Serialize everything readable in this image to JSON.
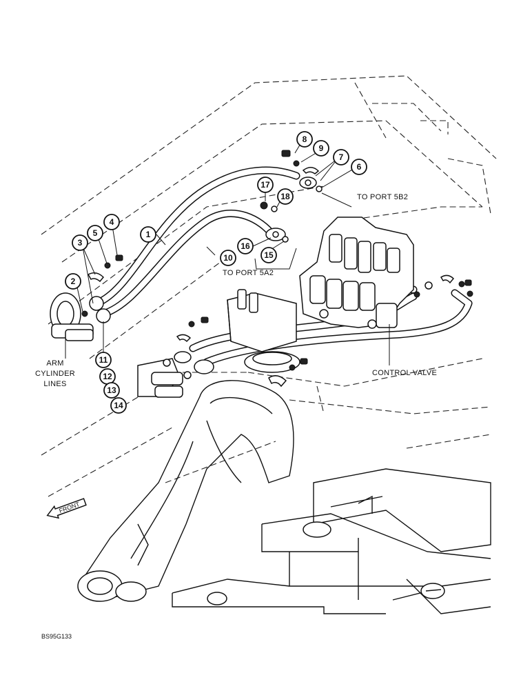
{
  "callouts": [
    "1",
    "2",
    "3",
    "4",
    "5",
    "6",
    "7",
    "8",
    "9",
    "10",
    "11",
    "12",
    "13",
    "14",
    "15",
    "16",
    "17",
    "18"
  ],
  "labels": {
    "to_port_5b2": "TO PORT 5B2",
    "to_port_5a2": "TO PORT 5A2",
    "arm_cylinder_lines": [
      "ARM",
      "CYLINDER",
      "LINES"
    ],
    "control_valve": "CONTROL VALVE",
    "front": "FRONT",
    "figure_code": "BS95G133"
  }
}
